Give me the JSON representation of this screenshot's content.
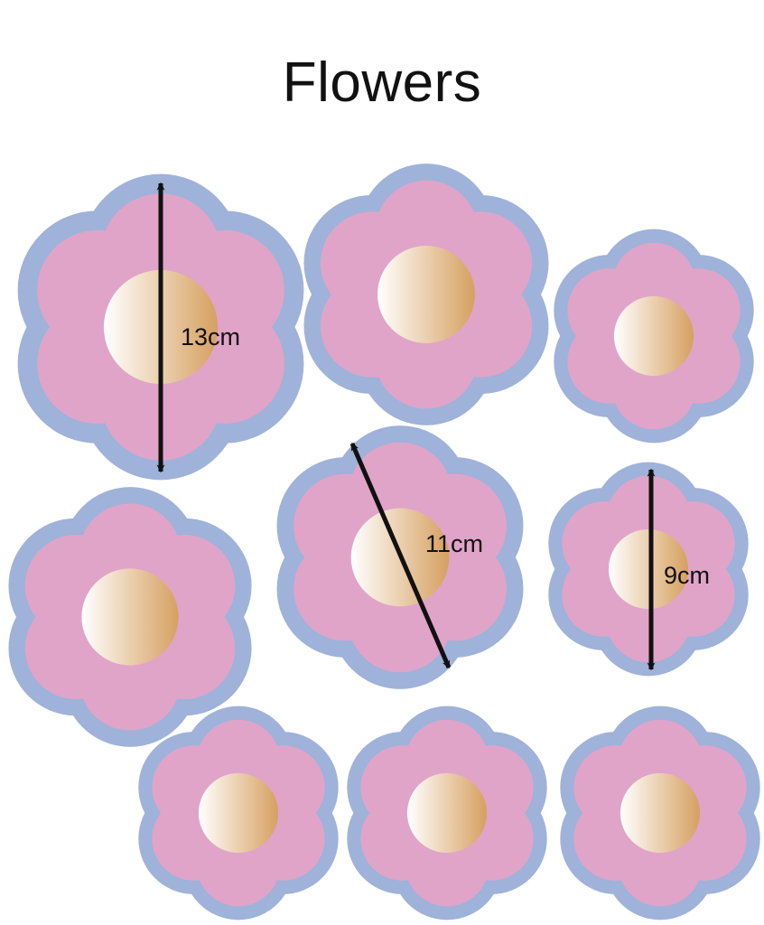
{
  "title": "Flowers",
  "colors": {
    "outline": "#9fb2d9",
    "petal": "#e0a4c9",
    "center_light": "#ffffff",
    "center_dark": "#d6a060",
    "arrow": "#111111"
  },
  "flowers": [
    {
      "id": "flower-1"
    },
    {
      "id": "flower-2"
    },
    {
      "id": "flower-3"
    },
    {
      "id": "flower-4"
    },
    {
      "id": "flower-5"
    },
    {
      "id": "flower-6"
    },
    {
      "id": "flower-7"
    },
    {
      "id": "flower-8"
    },
    {
      "id": "flower-9"
    }
  ],
  "measurements": [
    {
      "label": "13cm"
    },
    {
      "label": "11cm"
    },
    {
      "label": "9cm"
    }
  ]
}
